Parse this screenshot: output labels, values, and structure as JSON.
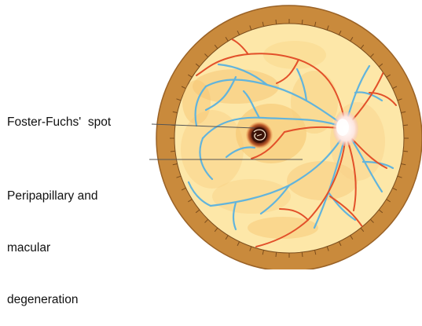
{
  "labels": {
    "fuchs_spot": "Foster-Fuchs'  spot",
    "degeneration_lines": [
      "Peripapillary and",
      "macular",
      "degeneration"
    ]
  },
  "colors": {
    "rim": "#c98a3c",
    "rim_edge": "#9a6226",
    "fundus": "#fde7a8",
    "fundus_patch": "#f7c97a",
    "artery": "#e2502a",
    "vein": "#62b4dc",
    "disc": "#fff3ea",
    "lesion_dark": "#3a1208",
    "lesion_ring": "#c0602e",
    "leader_line": "#555555"
  }
}
